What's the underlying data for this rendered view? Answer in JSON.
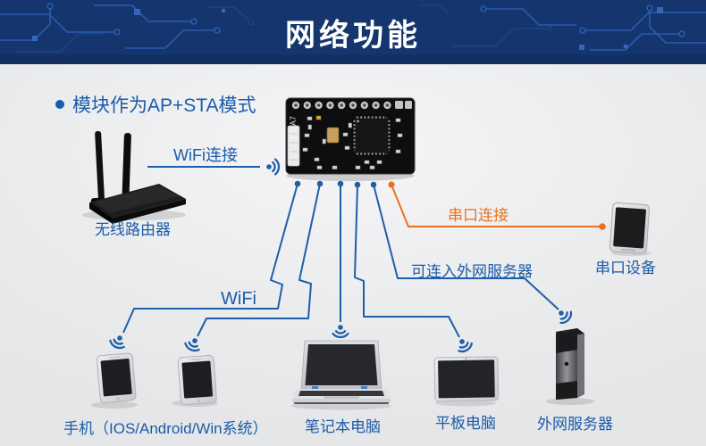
{
  "header": {
    "title": "网络功能"
  },
  "bullet": {
    "text": "模块作为AP+STA模式"
  },
  "module": {
    "silkscreen": "A7"
  },
  "links": {
    "wifi_connect": "WiFi连接",
    "serial_connect": "串口连接",
    "extranet": "可连入外网服务器",
    "wifi": "WiFi"
  },
  "devices": {
    "router": "无线路由器",
    "serial_device": "串口设备",
    "phones": "手机（IOS/Android/Win系统）",
    "laptop": "笔记本电脑",
    "tablet": "平板电脑",
    "server": "外网服务器"
  },
  "colors": {
    "header_bg": "#14356e",
    "accent_blue": "#1b5ca9",
    "line_blue": "#1e5fa9",
    "accent_orange": "#e8731f",
    "page_bg": "#ebecee"
  }
}
